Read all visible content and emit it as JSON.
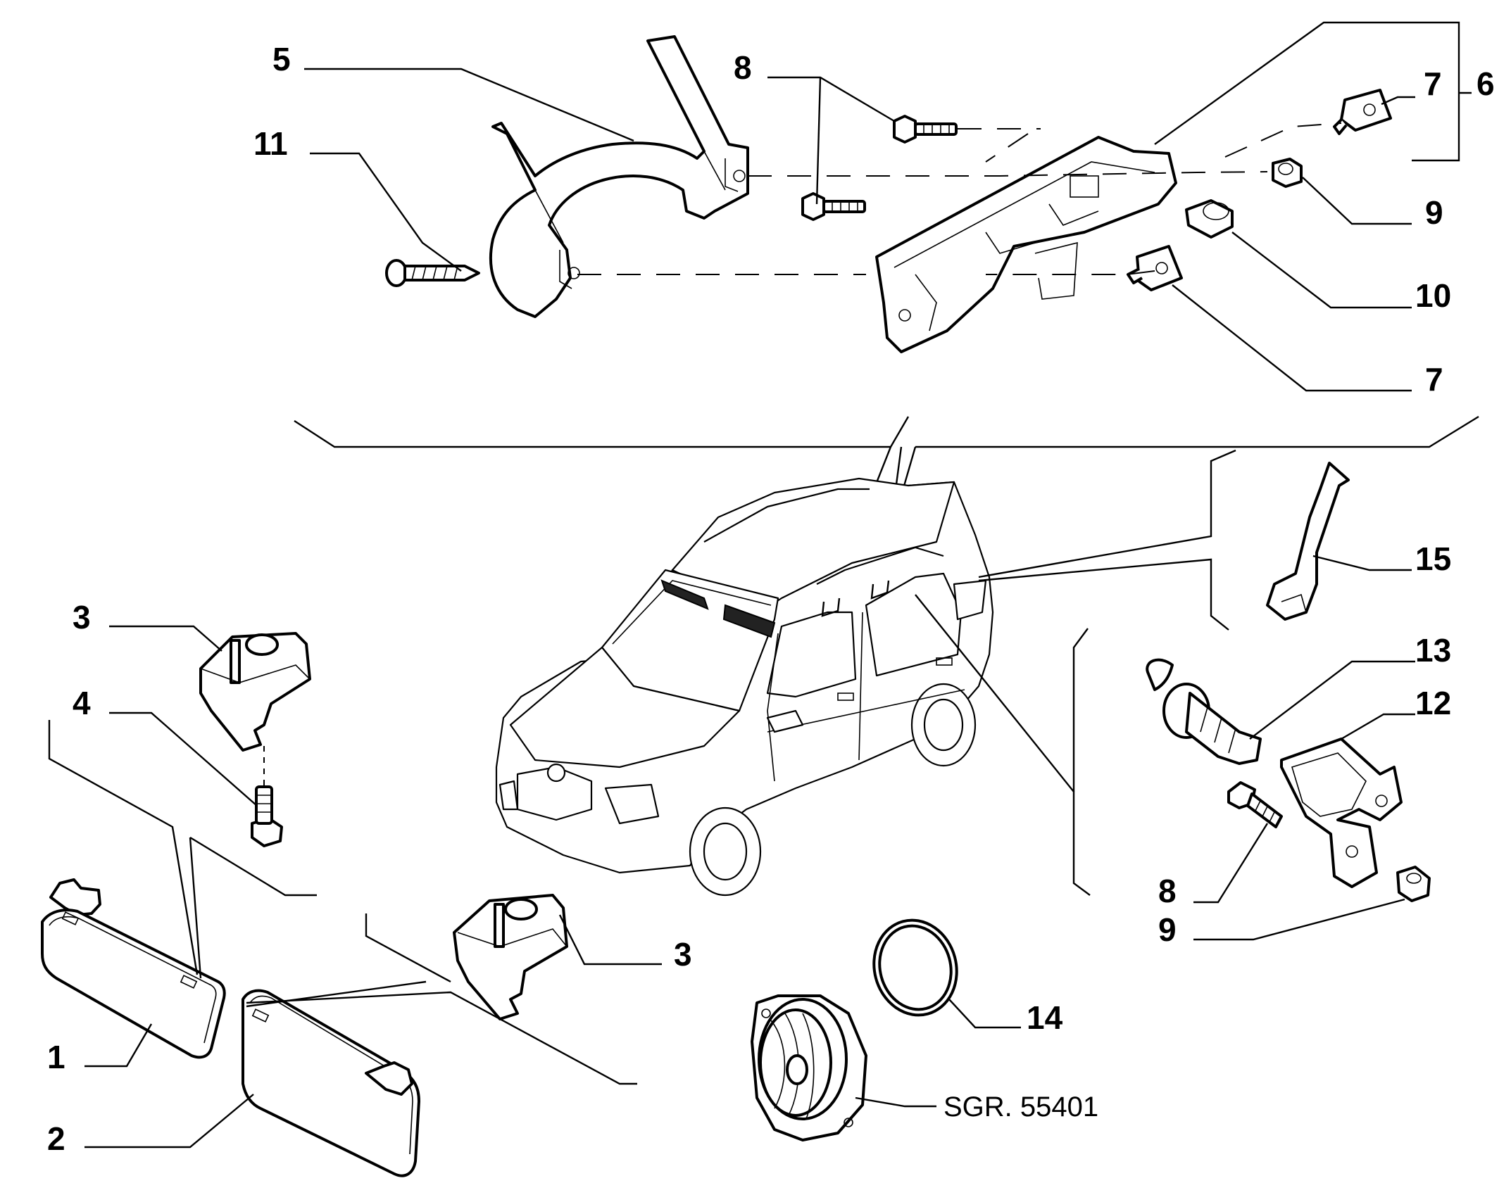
{
  "callouts": [
    {
      "id": "c5",
      "text": "5"
    },
    {
      "id": "c11",
      "text": "11"
    },
    {
      "id": "c8a",
      "text": "8"
    },
    {
      "id": "c7a",
      "text": "7"
    },
    {
      "id": "c6",
      "text": "6"
    },
    {
      "id": "c9a",
      "text": "9"
    },
    {
      "id": "c10",
      "text": "10"
    },
    {
      "id": "c7b",
      "text": "7"
    },
    {
      "id": "c15",
      "text": "15"
    },
    {
      "id": "c13",
      "text": "13"
    },
    {
      "id": "c12",
      "text": "12"
    },
    {
      "id": "c8b",
      "text": "8"
    },
    {
      "id": "c9b",
      "text": "9"
    },
    {
      "id": "c3a",
      "text": "3"
    },
    {
      "id": "c4",
      "text": "4"
    },
    {
      "id": "c3b",
      "text": "3"
    },
    {
      "id": "c14",
      "text": "14"
    },
    {
      "id": "c1",
      "text": "1"
    },
    {
      "id": "c2",
      "text": "2"
    }
  ],
  "reference_code": "SGR. 55401",
  "parts": [
    "sun-visor-left",
    "sun-visor-right",
    "visor-support",
    "screw",
    "bracket-arch",
    "bracket-assembly",
    "clip-nut",
    "bolt",
    "nut",
    "spacer-nut",
    "tapping-screw",
    "bracket-small",
    "push-fastener",
    "seal-ring",
    "handle",
    "speaker",
    "car-overview"
  ]
}
